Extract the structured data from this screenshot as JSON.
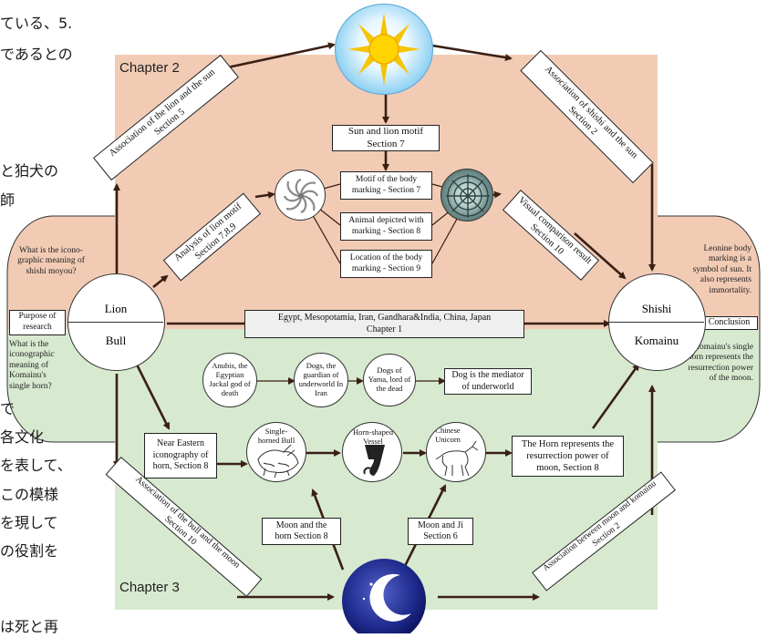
{
  "side_text": [
    "ている、5.",
    "であるとの",
    "と狛犬の",
    "師",
    "で",
    "各文化",
    "を表して、",
    "この模様",
    "を現して",
    "の役割を",
    "は死と再"
  ],
  "chapters": {
    "ch2": "Chapter 2",
    "ch3": "Chapter 3"
  },
  "left": {
    "question_top": "What is the icono-graphic meaning of shishi moyou?",
    "purpose": "Purpose of research",
    "question_bottom": "What is the iconographic meaning of Komainu's single horn?",
    "lion": "Lion",
    "bull": "Bull"
  },
  "right": {
    "answer_top": "Leonine body marking is a symbol of sun. It also represents immortality.",
    "conclusion": "Conclusion",
    "answer_bottom": "Komainu's single horn represents the resurrection power of the moon.",
    "shishi": "Shishi",
    "komainu": "Komainu"
  },
  "center_bar": {
    "line1": "Egypt, Mesopotamia, Iran, Gandhara&India, China, Japan",
    "line2": "Chapter 1"
  },
  "rotated": {
    "assoc_lion_sun": [
      "Association of the lion and the sun",
      "Section 5"
    ],
    "assoc_shishi_sun": [
      "Association of shishi and the sun",
      "Section 2"
    ],
    "analysis_lion": [
      "Analysis of lion motif",
      "Section 7,8,9"
    ],
    "visual_comp": [
      "Visual comparison result",
      "Section 10"
    ],
    "assoc_bull_moon": [
      "Association of the bull and the moon",
      "Section 10"
    ],
    "assoc_moon_komainu": [
      "Association between moon and komainu",
      "Section 2"
    ]
  },
  "boxes": {
    "sun_lion": [
      "Sun and lion motif",
      "Section 7"
    ],
    "motif_body": [
      "Motif of the body",
      "marking - Section 7"
    ],
    "animal_depicted": [
      "Animal depicted with",
      "marking - Section 8"
    ],
    "location_body": [
      "Location of the body",
      "marking - Section 9"
    ],
    "near_eastern": [
      "Near Eastern",
      "iconography of",
      "horn, Section 8"
    ],
    "horn_represents": [
      "The Horn represents the",
      "resurrection power of",
      "moon, Section 8"
    ],
    "dog_mediator": [
      "Dog is the mediator",
      "of underworld"
    ],
    "moon_horn": [
      "Moon and the",
      "horn Section 8"
    ],
    "moon_ji": [
      "Moon and Ji",
      "Section 6"
    ]
  },
  "dogs": {
    "anubis": "Anubis, the Egyptian Jackal god of death",
    "dogs_guardian": "Dogs, the guardian of underworld In Iran",
    "dogs_yama": "Dogs of Yama, lord of the dead"
  },
  "horn_circles": {
    "single_horned_bull": "Single-horned Bull",
    "horn_vessel": "Horn-shaped Vessel",
    "chinese_unicorn": "Chinese Unicorn"
  },
  "colors": {
    "chapter2_bg": "#f2cbb5",
    "chapter3_bg": "#d7e9cf",
    "arrow": "#3a1f14"
  }
}
